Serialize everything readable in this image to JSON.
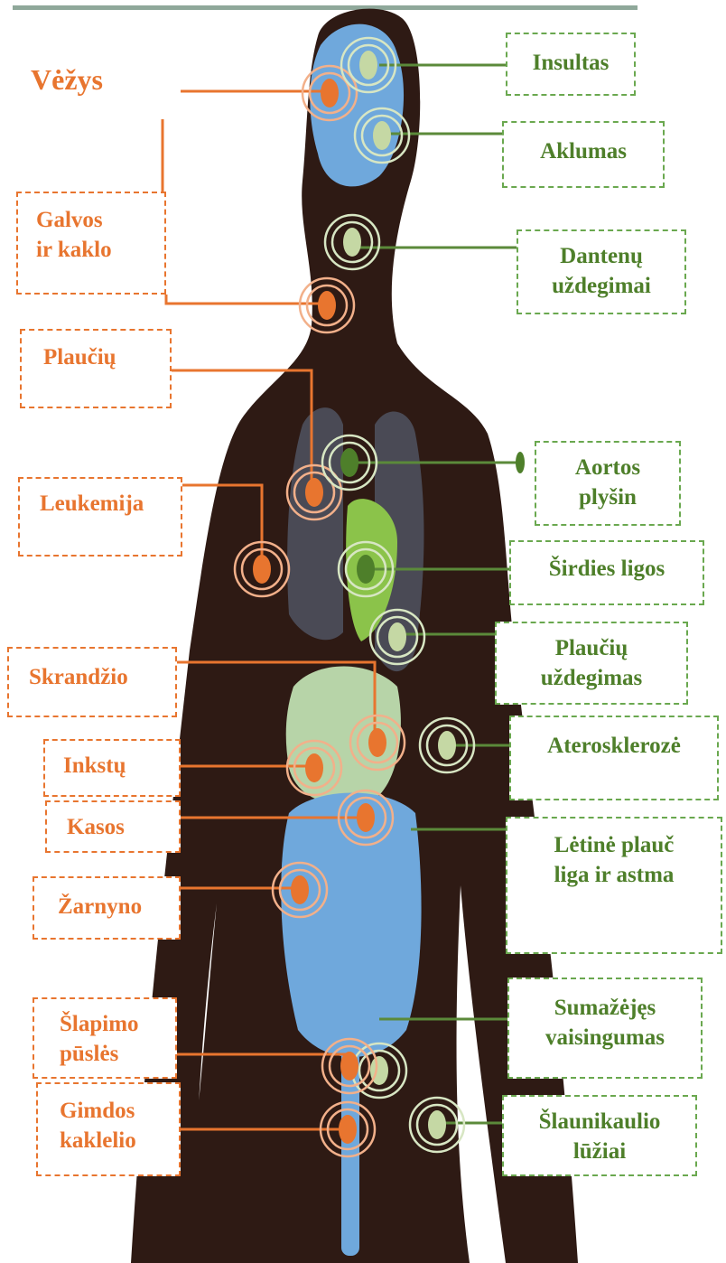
{
  "title": "Vėžys",
  "colors": {
    "silhouette": "#2e1a14",
    "cancer": "#e8752f",
    "disease": "#6aa84f",
    "disease_text": "#4e7f2a",
    "brain": "#6fa8dc",
    "intestine": "#6fa8dc",
    "lungs": "#4a4a55",
    "heart": "#8bc34a",
    "liver": "#b7d4a8",
    "marker_light": "#c5d8a4"
  },
  "cancer_labels": [
    {
      "id": "galvos",
      "lines": [
        "Galvos",
        "ir kaklo"
      ]
    },
    {
      "id": "plauciu",
      "lines": [
        "Plaučių"
      ]
    },
    {
      "id": "leukemija",
      "lines": [
        "Leukemija"
      ]
    },
    {
      "id": "skrandzio",
      "lines": [
        "Skrandžio"
      ]
    },
    {
      "id": "inkstu",
      "lines": [
        "Inkstų"
      ]
    },
    {
      "id": "kasos",
      "lines": [
        "Kasos"
      ]
    },
    {
      "id": "zarnyno",
      "lines": [
        "Žarnyno"
      ]
    },
    {
      "id": "slapimo",
      "lines": [
        "Šlapimo",
        "pūslės"
      ]
    },
    {
      "id": "gimdos",
      "lines": [
        "Gimdos",
        "kaklelio"
      ]
    }
  ],
  "disease_labels": [
    {
      "id": "insultas",
      "lines": [
        "Insultas"
      ]
    },
    {
      "id": "aklumas",
      "lines": [
        "Aklumas"
      ]
    },
    {
      "id": "danteny",
      "lines": [
        "Dantenų",
        "uždegimai"
      ]
    },
    {
      "id": "aortos",
      "lines": [
        "Aortos",
        "plyšin"
      ]
    },
    {
      "id": "sirdies",
      "lines": [
        "Širdies ligos"
      ]
    },
    {
      "id": "plauciu_uzd",
      "lines": [
        "Plaučių",
        "uždegimas"
      ]
    },
    {
      "id": "ateroskleroze",
      "lines": [
        "Aterosklerozė"
      ]
    },
    {
      "id": "letine",
      "lines": [
        "Lėtinė plauč",
        "liga ir astma"
      ]
    },
    {
      "id": "vaisingumas",
      "lines": [
        "Sumažėjęs",
        "vaisingumas"
      ]
    },
    {
      "id": "slaunikaulio",
      "lines": [
        "Šlaunikaulio",
        "lūžiai"
      ]
    }
  ]
}
